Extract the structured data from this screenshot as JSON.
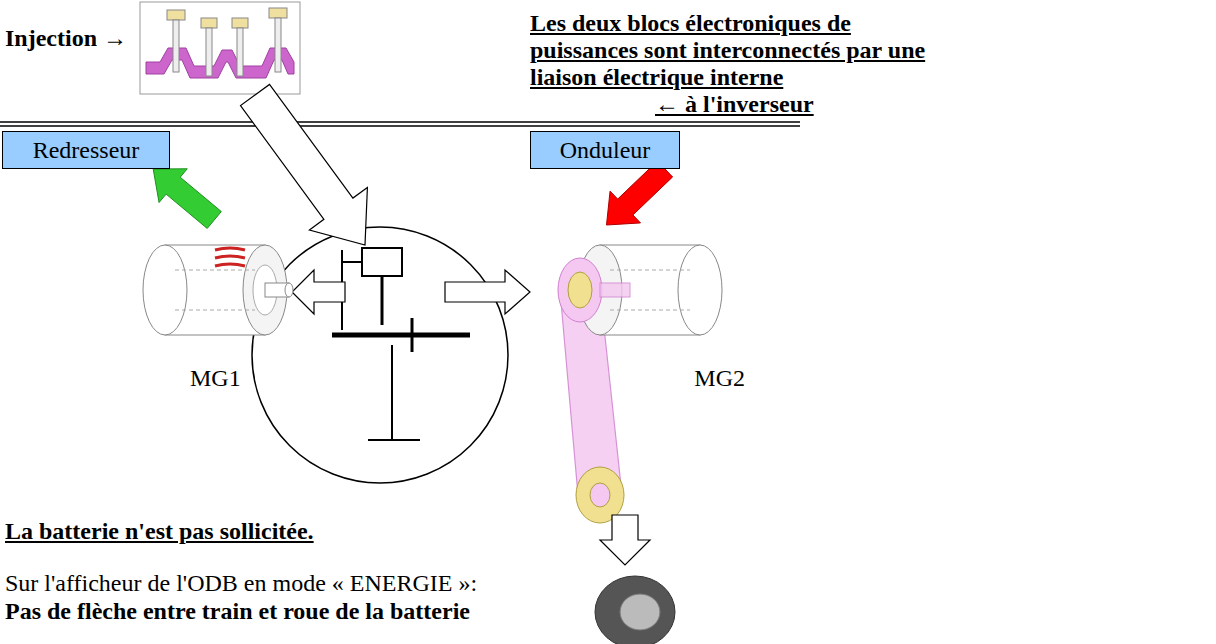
{
  "diagram": {
    "nodes": [
      {
        "text": [
          "Redresseur"
        ]
      },
      {
        "text": [
          "Onduleur"
        ]
      },
      {
        "text": [
          "MG1"
        ]
      },
      {
        "text": [
          "MG2"
        ]
      }
    ],
    "edges": [
      {
        "from": 2,
        "to": 0,
        "arrow": "to"
      },
      {
        "from": 1,
        "to": 3,
        "arrow": "to"
      }
    ],
    "labels": [
      "Injection →",
      "Les deux blocs électroniques de puissances sont interconnectés par une liaison électrique interne",
      "← à l'inverseur",
      "La batterie n'est pas sollicitée.",
      "Sur l'afficheur de l'ODB en mode « ENERGIE »:",
      "Pas de flèche entre train et roue de la batterie"
    ]
  }
}
